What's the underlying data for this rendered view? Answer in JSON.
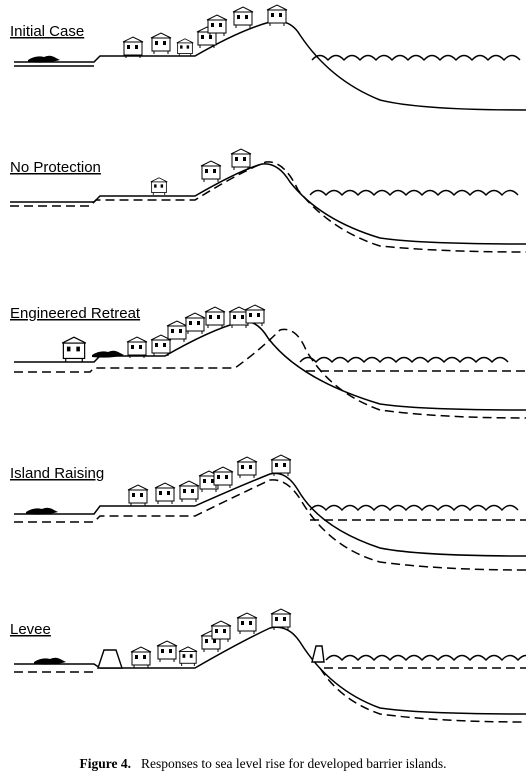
{
  "figure": {
    "panels": [
      {
        "id": "initial",
        "title": "Initial Case"
      },
      {
        "id": "no-protection",
        "title": "No Protection"
      },
      {
        "id": "engineered",
        "title": "Engineered Retreat"
      },
      {
        "id": "raising",
        "title": "Island Raising"
      },
      {
        "id": "levee",
        "title": "Levee"
      }
    ],
    "caption": {
      "label": "Figure 4.",
      "text": "Responses to sea level rise for developed barrier islands."
    }
  }
}
